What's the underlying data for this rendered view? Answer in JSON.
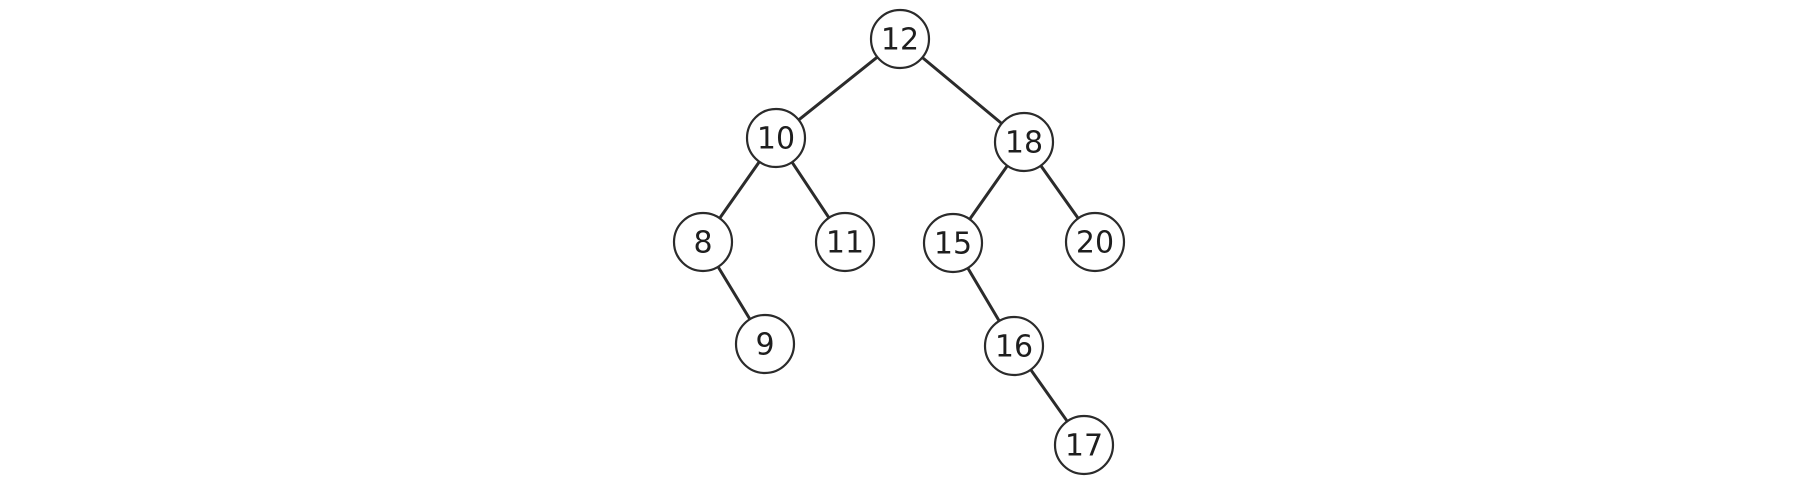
{
  "tree": {
    "nodes": [
      {
        "id": "n12",
        "label": "12"
      },
      {
        "id": "n10",
        "label": "10"
      },
      {
        "id": "n18",
        "label": "18"
      },
      {
        "id": "n8",
        "label": "8"
      },
      {
        "id": "n11",
        "label": "11"
      },
      {
        "id": "n15",
        "label": "15"
      },
      {
        "id": "n20",
        "label": "20"
      },
      {
        "id": "n9",
        "label": "9"
      },
      {
        "id": "n16",
        "label": "16"
      },
      {
        "id": "n17",
        "label": "17"
      }
    ],
    "edges": [
      {
        "from": "n12",
        "to": "n10"
      },
      {
        "from": "n12",
        "to": "n18"
      },
      {
        "from": "n10",
        "to": "n8"
      },
      {
        "from": "n10",
        "to": "n11"
      },
      {
        "from": "n18",
        "to": "n15"
      },
      {
        "from": "n18",
        "to": "n20"
      },
      {
        "from": "n8",
        "to": "n9"
      },
      {
        "from": "n15",
        "to": "n16"
      },
      {
        "from": "n16",
        "to": "n17"
      }
    ]
  }
}
